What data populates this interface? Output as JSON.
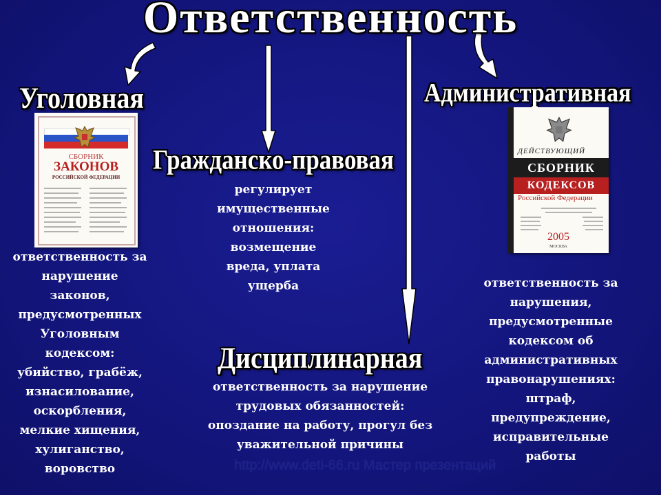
{
  "title": "Ответственность",
  "branches": {
    "criminal": {
      "heading": "Уголовная",
      "lines": [
        "ответственность за",
        "нарушение",
        "законов,",
        "предусмотренных",
        "Уголовным",
        "кодексом:",
        "убийство, грабёж,",
        "изнасилование,",
        "оскорбления,",
        "мелкие хищения,",
        "хулиганство,",
        "воровство"
      ]
    },
    "civil": {
      "heading": "Гражданско-правовая",
      "lines": [
        "регулирует",
        "имущественные",
        "отношения:",
        "возмещение",
        "вреда, уплата",
        "ущерба"
      ]
    },
    "disciplinary": {
      "heading": "Дисциплинарная",
      "lines": [
        "ответственность за нарушение",
        "трудовых обязанностей:",
        "опоздание на работу, прогул без",
        "уважительной причины"
      ]
    },
    "administrative": {
      "heading": "Административная",
      "lines": [
        "ответственность за",
        "нарушения,",
        "предусмотренные",
        "кодексом об",
        "административных",
        "правонарушениях:",
        "штраф,",
        "предупреждение,",
        "исправительные",
        "работы"
      ]
    }
  },
  "book_laws": {
    "line1": "СБОРНИК",
    "line2": "ЗАКОНОВ",
    "line3": "РОССИЙСКОЙ ФЕДЕРАЦИИ",
    "icon": "double-headed-eagle-icon"
  },
  "book_codes": {
    "top": "ДЕЙСТВУЮЩИЙ",
    "line1": "СБОРНИК",
    "line2": "КОДЕКСОВ",
    "line3": "Российской Федерации",
    "year": "2005",
    "city": "МОСКВА",
    "icon": "double-headed-eagle-icon"
  },
  "watermark": "http://www.deti-66.ru  Мастер презентаций",
  "colors": {
    "background": "#14167e",
    "text": "#ffffff",
    "flag_white": "#ffffff",
    "flag_blue": "#2a55c8",
    "flag_red": "#d42a2a",
    "book_dark": "#1c1c1c",
    "book_red": "#b82020"
  }
}
